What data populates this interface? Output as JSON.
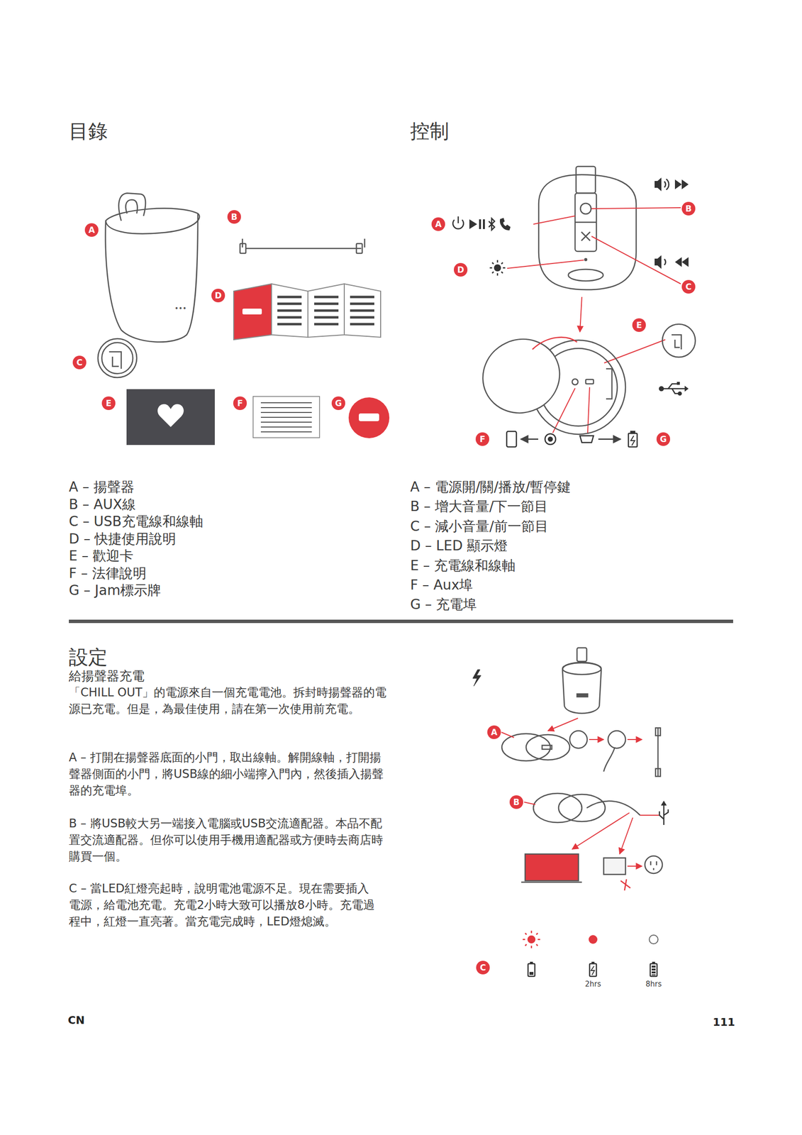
{
  "diagram": {
    "nodes": [
      {
        "text": [
          "A"
        ]
      },
      {
        "text": [
          "B"
        ]
      },
      {
        "text": [
          "C"
        ]
      },
      {
        "text": [
          "D"
        ]
      },
      {
        "text": [
          "E"
        ]
      },
      {
        "text": [
          "F"
        ]
      },
      {
        "text": [
          "G"
        ]
      },
      {
        "text": [
          "A"
        ]
      },
      {
        "text": [
          "B"
        ]
      },
      {
        "text": [
          "C"
        ]
      },
      {
        "text": [
          "D"
        ]
      },
      {
        "text": [
          "E"
        ]
      },
      {
        "text": [
          "F"
        ]
      },
      {
        "text": [
          "G"
        ]
      },
      {
        "text": [
          "A"
        ]
      },
      {
        "text": [
          "B"
        ]
      },
      {
        "text": [
          "C"
        ]
      }
    ],
    "labels": [
      "目錄",
      "A – 揚聲器",
      "B – AUX線",
      "C – USB充電線和線軸",
      "D – 快捷使用說明",
      "E – 歡迎卡",
      "F – 法律說明",
      "G – Jam標示牌",
      "控制",
      "A – 電源開/關/播放/暫停鍵",
      "B – 增大音量/下一節目",
      "C – 減小音量/前一節目",
      "D – LED 顯示燈",
      "E – 充電線和線軸",
      "F – Aux埠",
      "G – 充電埠",
      "設定",
      "給揚聲器充電",
      "「CHILL OUT」的電源來自一個充電電池。拆封時揚聲器的電源已充電。但是，為最佳使用，請在第一次使用前充電。",
      "A – 打開在揚聲器底面的小門，取出線軸。解開線軸，打開揚聲器側面的小門，將USB線的細小端擰入門內，然後插入揚聲器的充電埠。",
      "B – 將USB較大另一端接入電腦或USB交流適配器。本品不配置交流適配器。但你可以使用手機用適配器或方便時去商店時購買一個。",
      "C – 當LED紅燈亮起時，說明電池電源不足。現在需要插入電源，給電池充電。充電2小時大致可以播放8小時。充電過程中，紅燈一直亮著。當充電完成時，LED燈熄滅。",
      "2hrs",
      "8hrs",
      "CN",
      "111"
    ]
  }
}
